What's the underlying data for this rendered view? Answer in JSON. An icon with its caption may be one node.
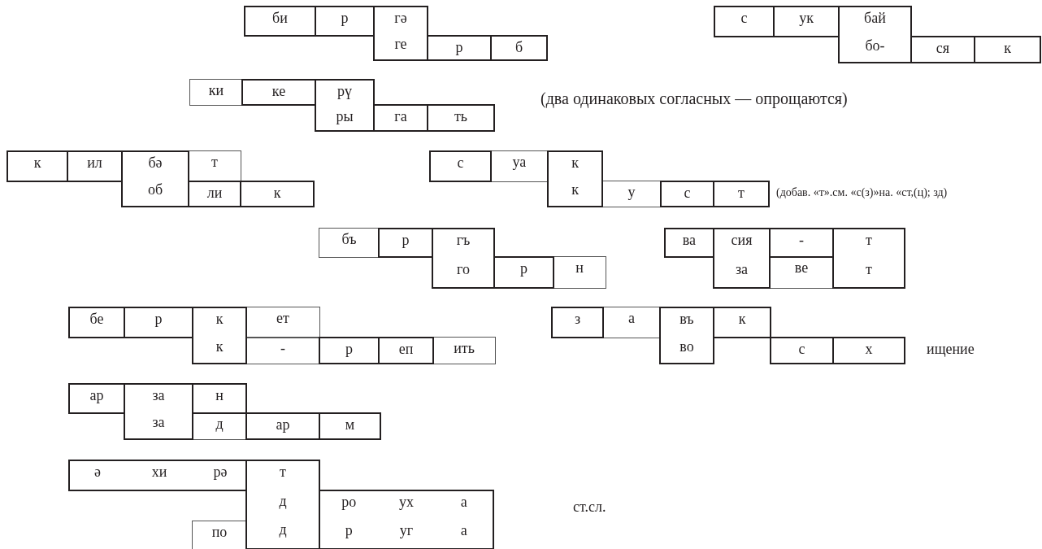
{
  "diagram": {
    "nodes": [
      {
        "text": [
          "би"
        ]
      },
      {
        "text": [
          "р"
        ]
      },
      {
        "text": [
          "гә",
          "ге"
        ]
      },
      {
        "text": [
          "р"
        ]
      },
      {
        "text": [
          "б"
        ]
      },
      {
        "text": [
          "с"
        ]
      },
      {
        "text": [
          "ук"
        ]
      },
      {
        "text": [
          "бай",
          "бо-"
        ]
      },
      {
        "text": [
          "ся"
        ]
      },
      {
        "text": [
          "к"
        ]
      },
      {
        "text": [
          "ки"
        ]
      },
      {
        "text": [
          "ке"
        ]
      },
      {
        "text": [
          "рү",
          "ры"
        ]
      },
      {
        "text": [
          "га"
        ]
      },
      {
        "text": [
          "ть"
        ]
      },
      {
        "text": [
          "к"
        ]
      },
      {
        "text": [
          "ил"
        ]
      },
      {
        "text": [
          "бә",
          "об"
        ]
      },
      {
        "text": [
          "т"
        ]
      },
      {
        "text": [
          "ли"
        ]
      },
      {
        "text": [
          "к"
        ]
      },
      {
        "text": [
          "с"
        ]
      },
      {
        "text": [
          "уа"
        ]
      },
      {
        "text": [
          "к",
          "к"
        ]
      },
      {
        "text": [
          "у"
        ]
      },
      {
        "text": [
          "с"
        ]
      },
      {
        "text": [
          "т"
        ]
      },
      {
        "text": [
          "бъ"
        ]
      },
      {
        "text": [
          "р"
        ]
      },
      {
        "text": [
          "гъ",
          "го"
        ]
      },
      {
        "text": [
          "р"
        ]
      },
      {
        "text": [
          "н"
        ]
      },
      {
        "text": [
          "ва"
        ]
      },
      {
        "text": [
          "сия",
          "за"
        ]
      },
      {
        "text": [
          "-"
        ]
      },
      {
        "text": [
          "ве"
        ]
      },
      {
        "text": [
          "т",
          "т"
        ]
      },
      {
        "text": [
          "бе"
        ]
      },
      {
        "text": [
          "р"
        ]
      },
      {
        "text": [
          "к",
          "к"
        ]
      },
      {
        "text": [
          "ет"
        ]
      },
      {
        "text": [
          "-"
        ]
      },
      {
        "text": [
          "р"
        ]
      },
      {
        "text": [
          "еп"
        ]
      },
      {
        "text": [
          "ить"
        ]
      },
      {
        "text": [
          "з"
        ]
      },
      {
        "text": [
          "а"
        ]
      },
      {
        "text": [
          "въ",
          "во"
        ]
      },
      {
        "text": [
          "к"
        ]
      },
      {
        "text": [
          "с"
        ]
      },
      {
        "text": [
          "х"
        ]
      },
      {
        "text": [
          "ар"
        ]
      },
      {
        "text": [
          "за",
          "за"
        ]
      },
      {
        "text": [
          "н"
        ]
      },
      {
        "text": [
          "д"
        ]
      },
      {
        "text": [
          "ар"
        ]
      },
      {
        "text": [
          "м"
        ]
      },
      {
        "text": [
          "ә",
          "хи",
          "рә"
        ]
      },
      {
        "text": [
          "т",
          "д",
          "д"
        ]
      },
      {
        "text": [
          "ро",
          "ух",
          "а",
          "р",
          "уг",
          "а"
        ]
      },
      {
        "text": [
          "по"
        ]
      }
    ],
    "labels": [
      "(два одинаковых согласных — опрощаются)",
      "(добав. «т».см. «с(з)»на. «ст,(ц); зд)",
      "ищение",
      "ст.сл."
    ]
  }
}
